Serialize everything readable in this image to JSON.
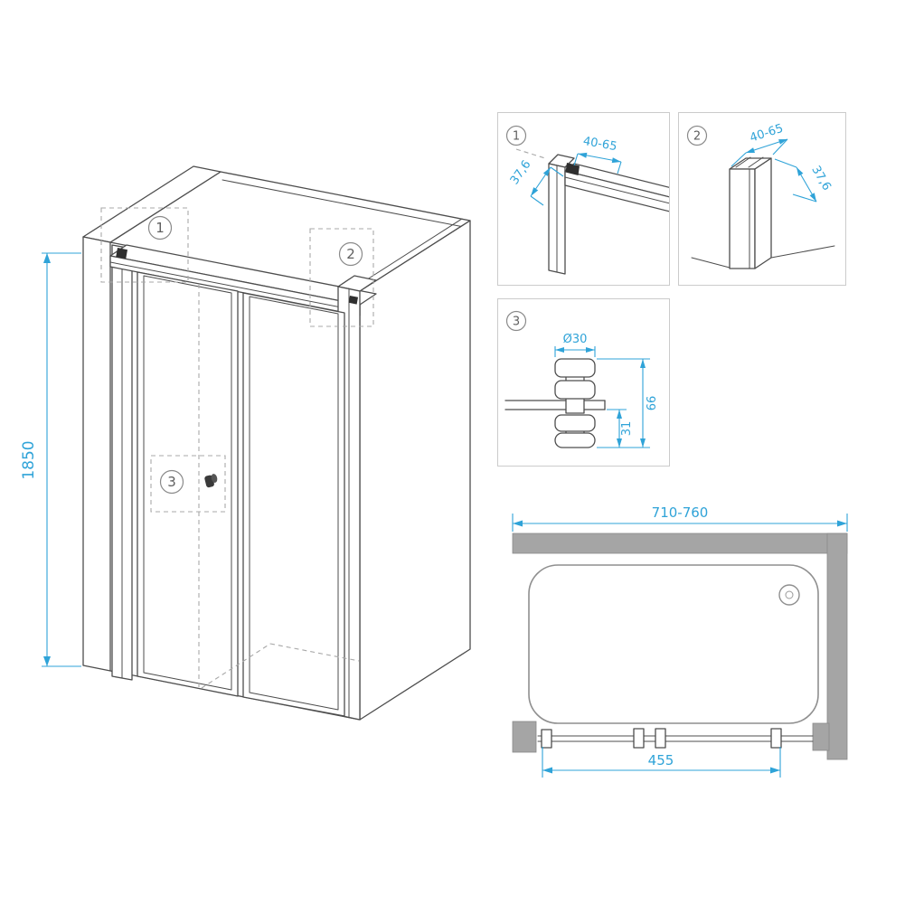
{
  "colors": {
    "accent": "#2FA3D8",
    "line": "#4d4d4d",
    "muted": "#a8a8a8",
    "wall": "#a5a5a5"
  },
  "main_view": {
    "height_dim": "1850",
    "callout1": "1",
    "callout2": "2",
    "callout3": "3"
  },
  "detail_rail_joint": {
    "number": "1",
    "width_range": "40-65",
    "profile_depth": "37,6"
  },
  "detail_wall_profile": {
    "number": "2",
    "width_range": "40-65",
    "profile_depth": "37,6"
  },
  "detail_handle": {
    "number": "3",
    "diameter": "Ø30",
    "total_height": "66",
    "inner_height": "31"
  },
  "top_view": {
    "overall_width": "710-760",
    "door_opening": "455"
  }
}
